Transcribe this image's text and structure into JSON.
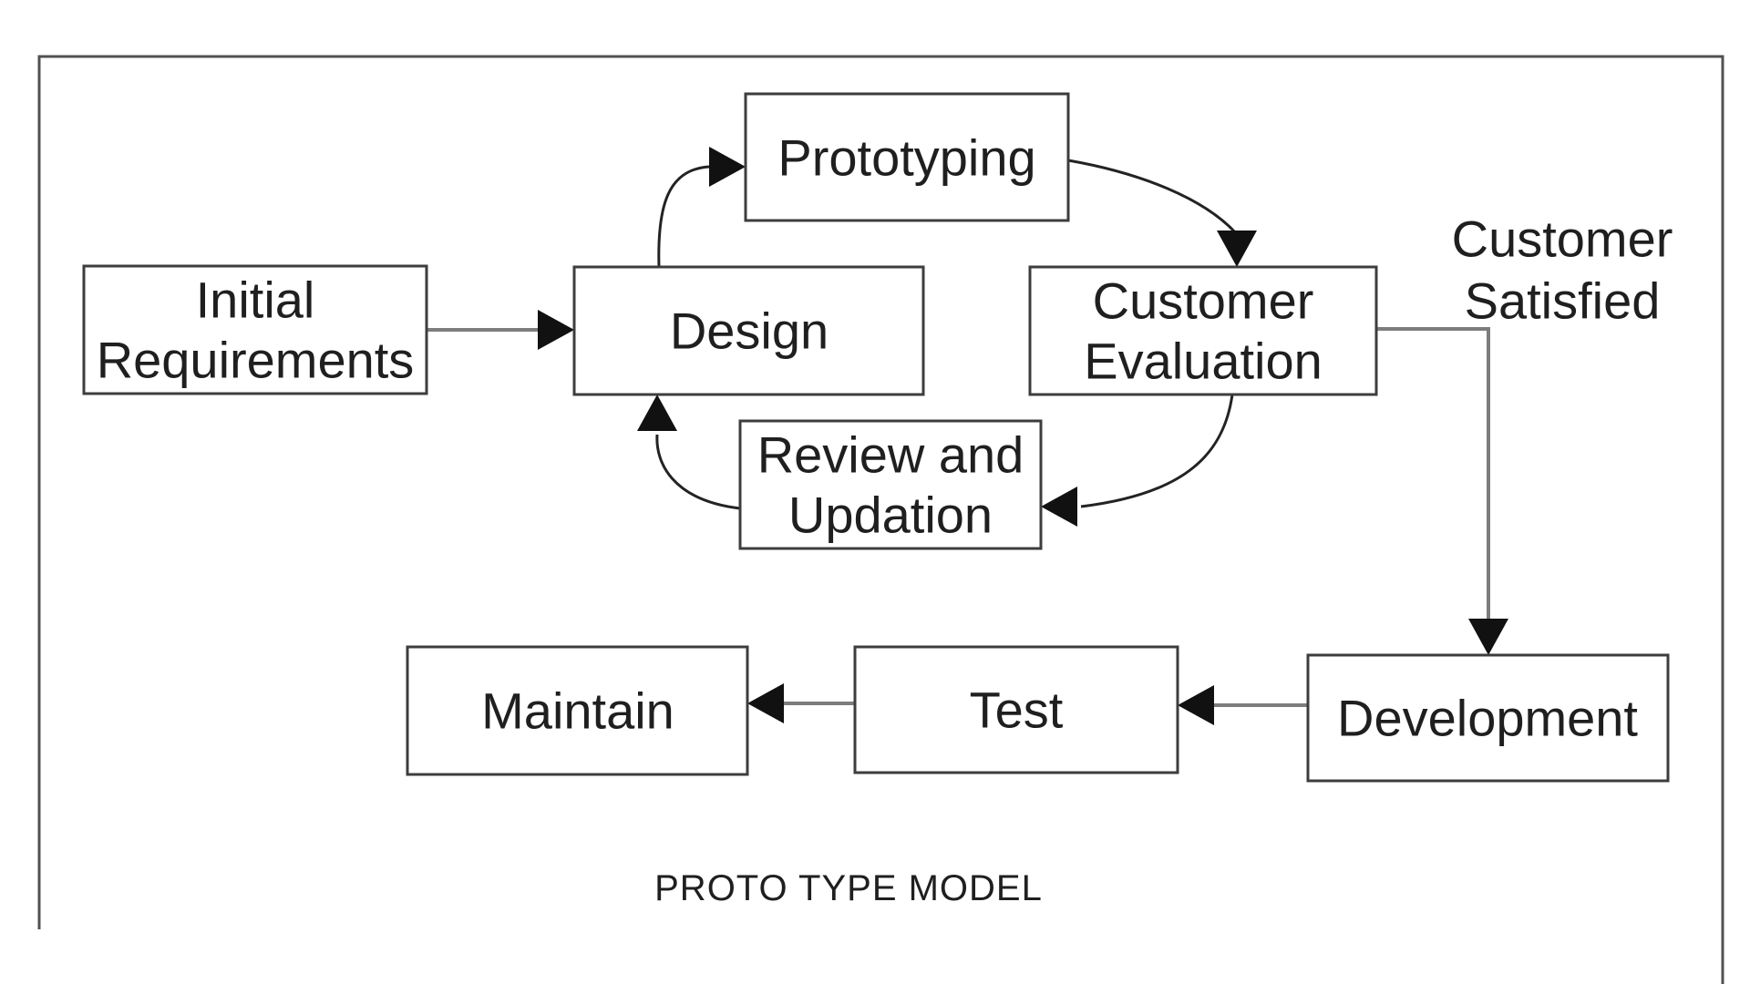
{
  "diagram": {
    "title": "PROTO TYPE MODEL",
    "annotation": {
      "line1": "Customer",
      "line2": "Satisfied"
    },
    "nodes": {
      "initial_requirements": {
        "line1": "Initial",
        "line2": "Requirements"
      },
      "design": {
        "line1": "Design"
      },
      "prototyping": {
        "line1": "Prototyping"
      },
      "customer_evaluation": {
        "line1": "Customer",
        "line2": "Evaluation"
      },
      "review_updation": {
        "line1": "Review and",
        "line2": "Updation"
      },
      "maintain": {
        "line1": "Maintain"
      },
      "test": {
        "line1": "Test"
      },
      "development": {
        "line1": "Development"
      }
    },
    "edges": [
      {
        "from": "Initial Requirements",
        "to": "Design"
      },
      {
        "from": "Design",
        "to": "Prototyping"
      },
      {
        "from": "Prototyping",
        "to": "Customer Evaluation"
      },
      {
        "from": "Customer Evaluation",
        "to": "Review and Updation"
      },
      {
        "from": "Review and Updation",
        "to": "Design"
      },
      {
        "from": "Customer Evaluation",
        "to": "Development",
        "label": "Customer Satisfied"
      },
      {
        "from": "Development",
        "to": "Test"
      },
      {
        "from": "Test",
        "to": "Maintain"
      }
    ],
    "colors": {
      "background": "#ffffff",
      "box_fill": "#ffffff",
      "box_border": "#3d3d3d",
      "text": "#1f1f1f",
      "connector": "#7d7d7d",
      "curve": "#232323",
      "frame": "#515151",
      "arrowhead": "#111111"
    }
  }
}
